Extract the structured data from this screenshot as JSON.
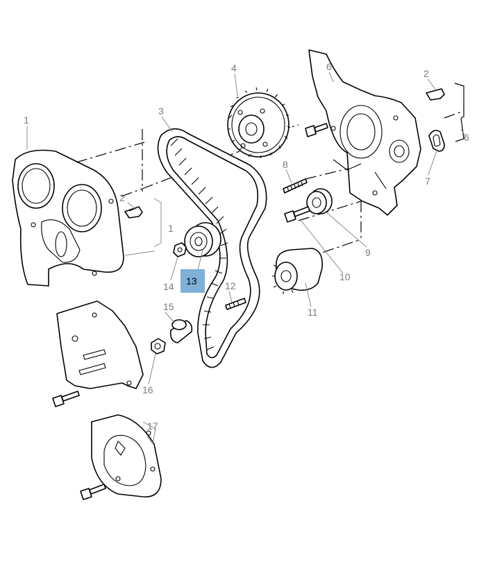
{
  "diagram": {
    "highlight_color": "#7fb0d8",
    "callouts": [
      {
        "id": "c1a",
        "text": "1"
      },
      {
        "id": "c1b",
        "text": "1"
      },
      {
        "id": "c2a",
        "text": "2"
      },
      {
        "id": "c2b",
        "text": "2"
      },
      {
        "id": "c3",
        "text": "3"
      },
      {
        "id": "c4",
        "text": "4"
      },
      {
        "id": "c6a",
        "text": "6"
      },
      {
        "id": "c6b",
        "text": "6"
      },
      {
        "id": "c7",
        "text": "7"
      },
      {
        "id": "c8",
        "text": "8"
      },
      {
        "id": "c9",
        "text": "9"
      },
      {
        "id": "c10",
        "text": "10"
      },
      {
        "id": "c11",
        "text": "11"
      },
      {
        "id": "c12",
        "text": "12"
      },
      {
        "id": "c13",
        "text": "13",
        "highlighted": true
      },
      {
        "id": "c14",
        "text": "14"
      },
      {
        "id": "c15",
        "text": "15"
      },
      {
        "id": "c16",
        "text": "16"
      },
      {
        "id": "c17",
        "text": "17"
      }
    ]
  }
}
